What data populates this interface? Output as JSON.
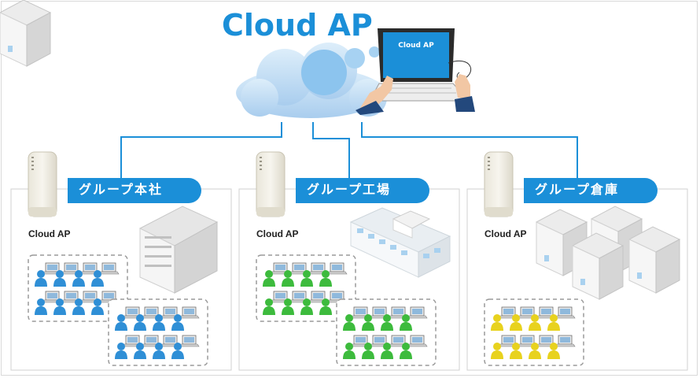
{
  "header": {
    "title": "Cloud AP",
    "laptop_screen_text": "Cloud AP"
  },
  "sites": [
    {
      "label": "グループ本社",
      "ap_label": "Cloud AP",
      "user_color": "#2f8fd6",
      "group_count": 2
    },
    {
      "label": "グループ工場",
      "ap_label": "Cloud AP",
      "user_color": "#3dbb3d",
      "group_count": 2
    },
    {
      "label": "グループ倉庫",
      "ap_label": "Cloud AP",
      "user_color": "#e8d21e",
      "group_count": 1
    }
  ],
  "colors": {
    "accent": "#1b8fd8",
    "cloud": "#bcd9f2",
    "line": "#1b8fd8"
  }
}
